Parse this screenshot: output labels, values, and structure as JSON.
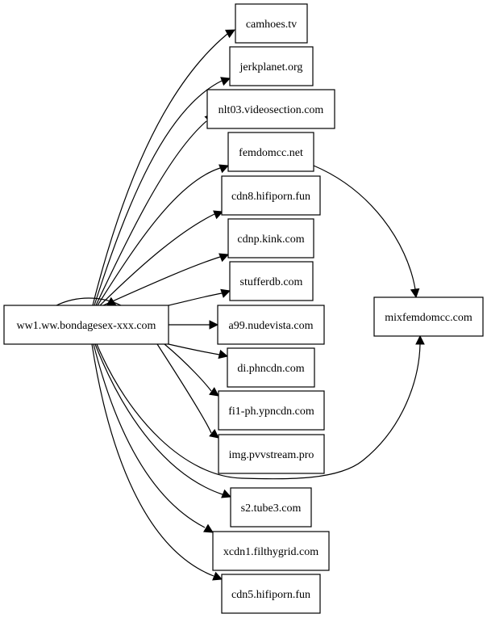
{
  "diagram": {
    "type": "directed-graph",
    "source_node": "ww1.ww.bondagesex-xxx.com",
    "nodes": {
      "ww1": "ww1.ww.bondagesex-xxx.com",
      "camhoes": "camhoes.tv",
      "jerkplanet": "jerkplanet.org",
      "nlt03": "nlt03.videosection.com",
      "femdomcc": "femdomcc.net",
      "cdn8": "cdn8.hifiporn.fun",
      "cdnp": "cdnp.kink.com",
      "stufferdb": "stufferdb.com",
      "a99": "a99.nudevista.com",
      "di": "di.phncdn.com",
      "fi1": "fi1-ph.ypncdn.com",
      "img": "img.pvvstream.pro",
      "s2": "s2.tube3.com",
      "xcdn1": "xcdn1.filthygrid.com",
      "cdn5": "cdn5.hifiporn.fun",
      "mixfemdomcc": "mixfemdomcc.com"
    },
    "edges": [
      {
        "from": "ww1",
        "to": "ww1"
      },
      {
        "from": "ww1",
        "to": "camhoes"
      },
      {
        "from": "ww1",
        "to": "jerkplanet"
      },
      {
        "from": "ww1",
        "to": "nlt03"
      },
      {
        "from": "ww1",
        "to": "femdomcc"
      },
      {
        "from": "ww1",
        "to": "cdn8"
      },
      {
        "from": "ww1",
        "to": "cdnp"
      },
      {
        "from": "ww1",
        "to": "stufferdb"
      },
      {
        "from": "ww1",
        "to": "a99"
      },
      {
        "from": "ww1",
        "to": "di"
      },
      {
        "from": "ww1",
        "to": "fi1"
      },
      {
        "from": "ww1",
        "to": "img"
      },
      {
        "from": "ww1",
        "to": "mixfemdomcc"
      },
      {
        "from": "ww1",
        "to": "s2"
      },
      {
        "from": "ww1",
        "to": "xcdn1"
      },
      {
        "from": "ww1",
        "to": "cdn5"
      },
      {
        "from": "femdomcc",
        "to": "mixfemdomcc"
      }
    ]
  }
}
